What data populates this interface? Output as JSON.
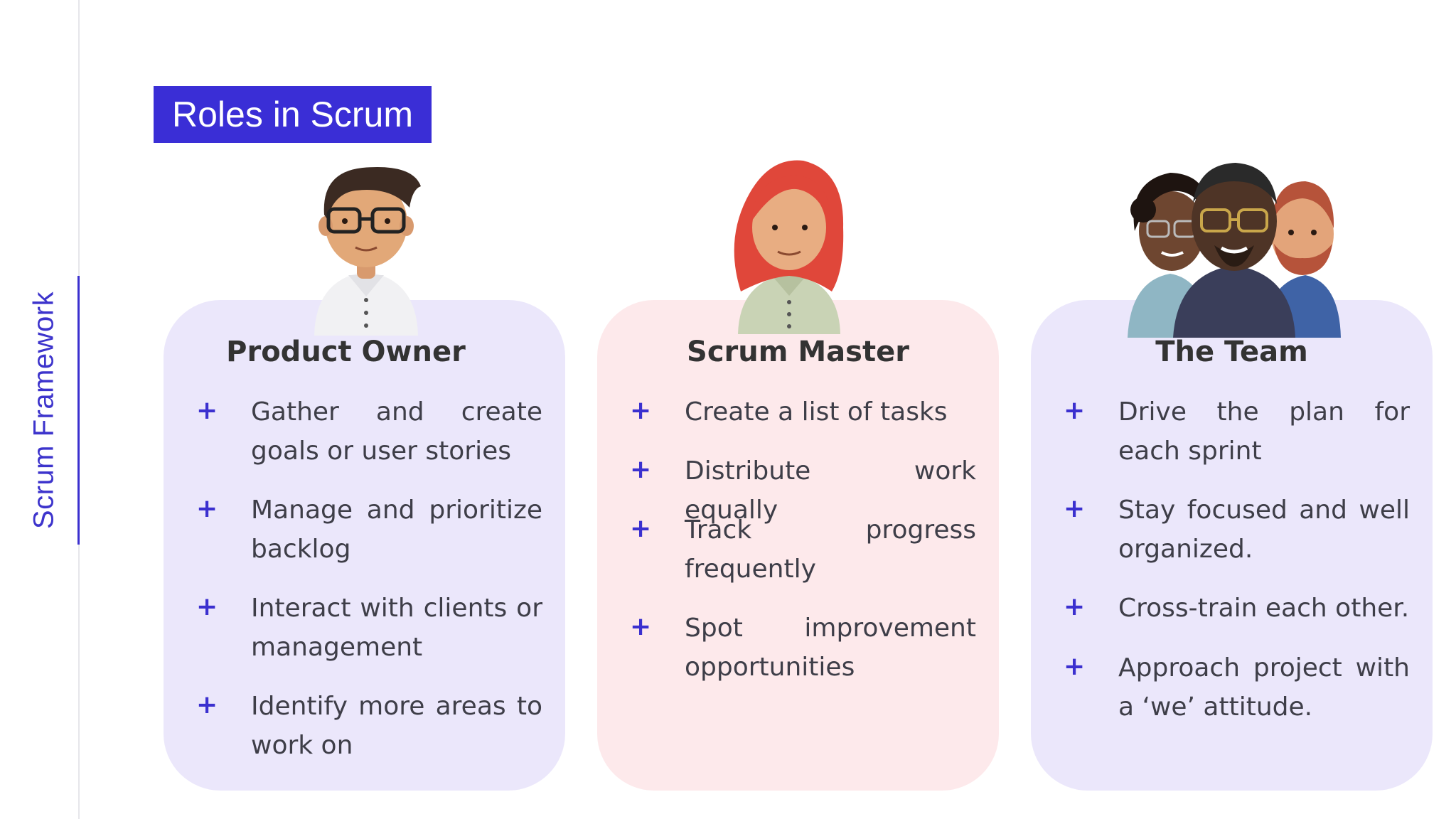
{
  "sidebar": {
    "label": "Scrum Framework"
  },
  "title": "Roles in Scrum",
  "colors": {
    "accent": "#3a2ed6",
    "card_purple": "#ebe7fb",
    "card_pink": "#fde9eb",
    "text": "#3e3e48"
  },
  "roles": [
    {
      "name": "Product Owner",
      "avatar": "product-owner-avatar",
      "items": [
        "Gather and create goals or user stories",
        "Manage and prioritize backlog",
        "Interact with clients or management",
        "Identify more areas to work on"
      ]
    },
    {
      "name": "Scrum Master",
      "avatar": "scrum-master-avatar",
      "items": [
        "Create a list of tasks",
        "Distribute work equally",
        "Track progress frequently",
        "Spot improvement opportunities"
      ]
    },
    {
      "name": "The Team",
      "avatar": "team-avatar",
      "items": [
        "Drive the plan for each sprint",
        "Stay focused and well organized.",
        "Cross-train each other.",
        "Approach project with a ‘we’ attitude."
      ]
    }
  ]
}
